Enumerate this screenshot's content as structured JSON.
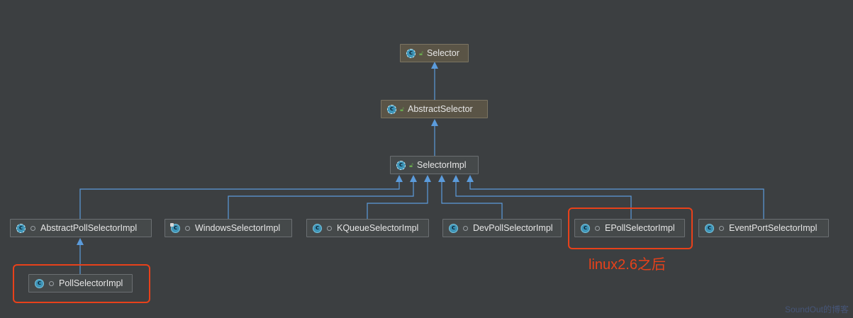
{
  "diagram": {
    "nodes": {
      "selector": {
        "label": "Selector"
      },
      "abstract_selector": {
        "label": "AbstractSelector"
      },
      "selector_impl": {
        "label": "SelectorImpl"
      },
      "abstract_poll_selector_impl": {
        "label": "AbstractPollSelectorImpl"
      },
      "windows_selector_impl": {
        "label": "WindowsSelectorImpl"
      },
      "kqueue_selector_impl": {
        "label": "KQueueSelectorImpl"
      },
      "devpoll_selector_impl": {
        "label": "DevPollSelectorImpl"
      },
      "epoll_selector_impl": {
        "label": "EPollSelectorImpl"
      },
      "eventport_selector_impl": {
        "label": "EventPortSelectorImpl"
      },
      "poll_selector_impl": {
        "label": "PollSelectorImpl"
      }
    },
    "class_icon_letter": "c",
    "annotation": "linux2.6之后",
    "highlight_color": "#e8411a",
    "edge_color": "#5b9bdb",
    "watermark": "SoundOut的博客"
  }
}
